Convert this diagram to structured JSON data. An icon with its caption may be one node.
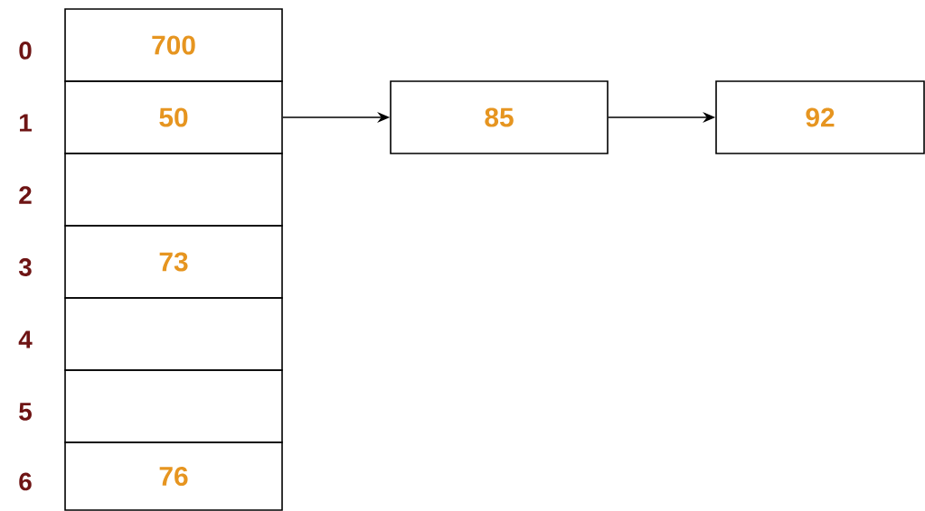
{
  "diagram": {
    "nodes": [
      {
        "text": [
          "700"
        ],
        "beside": [
          "0"
        ]
      },
      {
        "text": [
          "50"
        ],
        "beside": [
          "1"
        ]
      },
      {
        "text": [],
        "shape": "box",
        "beside": [
          "2"
        ]
      },
      {
        "text": [
          "73"
        ],
        "beside": [
          "3"
        ]
      },
      {
        "text": [],
        "shape": "box",
        "beside": [
          "4"
        ]
      },
      {
        "text": [],
        "shape": "box",
        "beside": [
          "5"
        ]
      },
      {
        "text": [
          "76"
        ],
        "beside": [
          "6"
        ]
      },
      {
        "text": [
          "85"
        ]
      },
      {
        "text": [
          "92"
        ]
      }
    ],
    "edges": [
      {
        "from": 1,
        "to": 7,
        "arrow": "to"
      },
      {
        "from": 7,
        "to": 8,
        "arrow": "to"
      }
    ]
  }
}
